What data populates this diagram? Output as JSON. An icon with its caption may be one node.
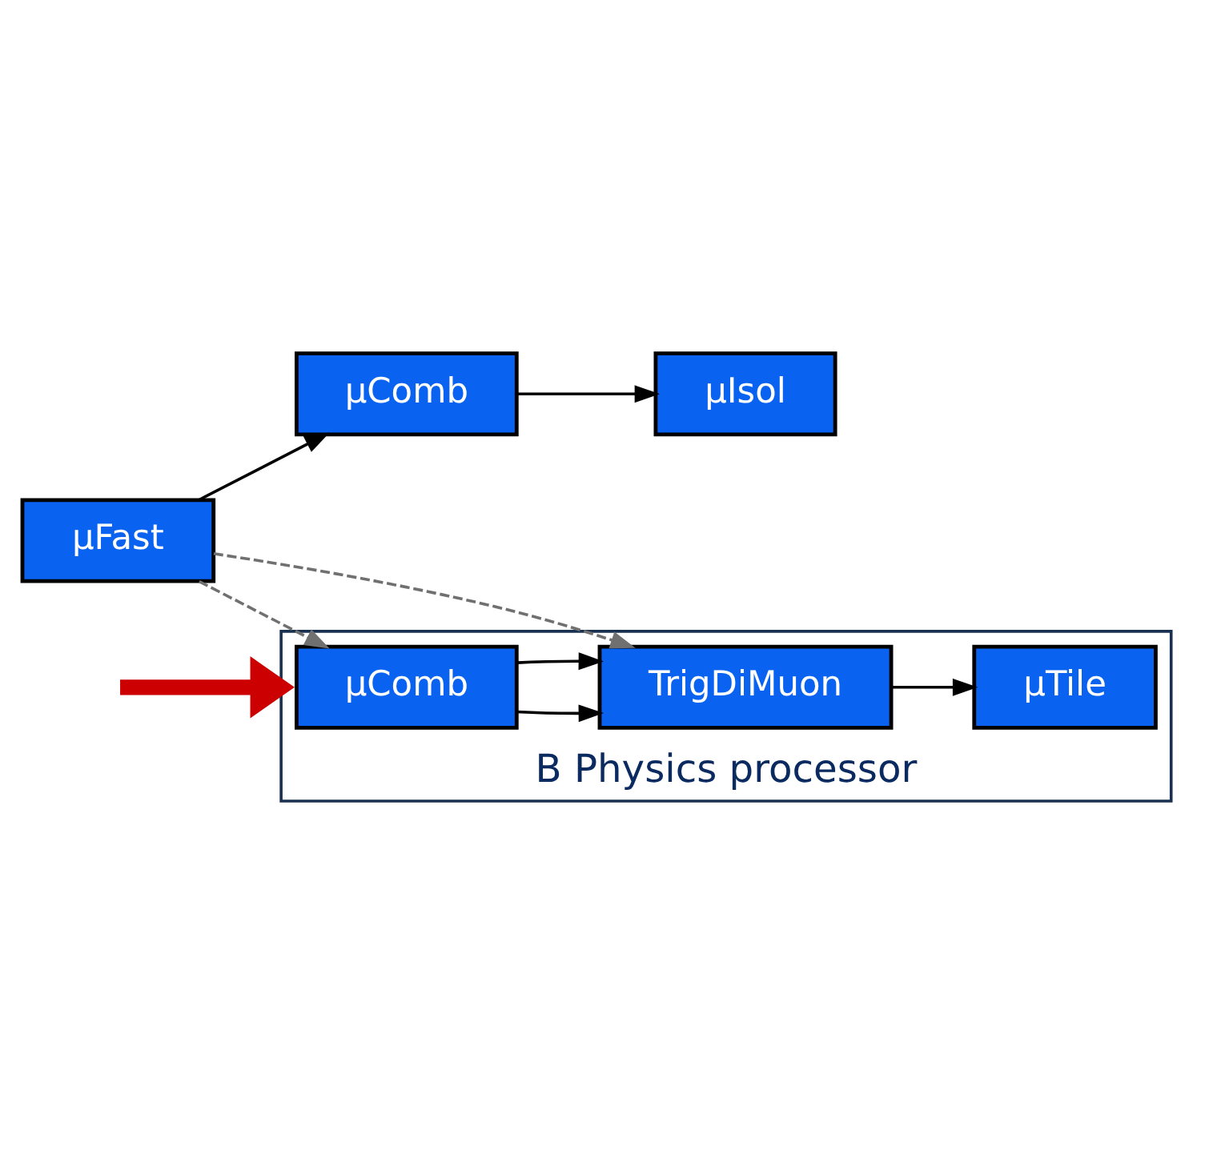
{
  "diagram": {
    "nodes": [
      {
        "text": [
          "μFast"
        ]
      },
      {
        "text": [
          "μComb"
        ]
      },
      {
        "text": [
          "μIsol"
        ]
      },
      {
        "text": [
          "B Physics processor"
        ]
      },
      {
        "text": [
          "μComb"
        ],
        "in": 3
      },
      {
        "text": [
          "TrigDiMuon"
        ],
        "in": 3
      },
      {
        "text": [
          "μTile"
        ],
        "in": 3
      }
    ],
    "edges": [
      {
        "from": 0,
        "to": 1,
        "arrow": "to"
      },
      {
        "from": 1,
        "to": 2,
        "arrow": "to"
      },
      {
        "from": 0,
        "to": 4,
        "arrow": "to",
        "style": "dashed",
        "color": "#707070"
      },
      {
        "from": 0,
        "to": 5,
        "arrow": "to",
        "style": "dashed",
        "color": "#707070"
      },
      {
        "from": 4,
        "to": 5,
        "arrow": "to"
      },
      {
        "from": 4,
        "to": 5,
        "arrow": "to"
      },
      {
        "from": 5,
        "to": 6,
        "arrow": "to"
      },
      {
        "from": null,
        "to": 3,
        "arrow": "to",
        "style": "thick",
        "color": "#cc0000"
      }
    ]
  }
}
